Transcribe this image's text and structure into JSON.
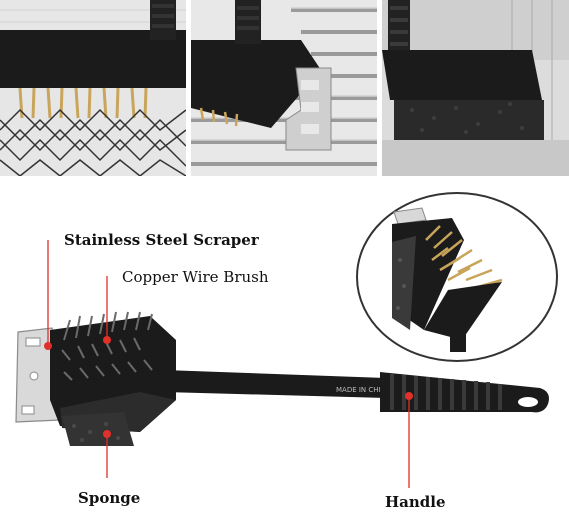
{
  "labels": {
    "scraper": "Stainless Steel Scraper",
    "brush": "Copper Wire Brush",
    "sponge": "Sponge",
    "handle": "Handle"
  },
  "handle_imprint": "MADE IN CHINA",
  "colors": {
    "leader_line": "#e0302a",
    "dot": "#e0302a",
    "plastic": "#1c1c1c",
    "copper": "#c8a45a"
  }
}
